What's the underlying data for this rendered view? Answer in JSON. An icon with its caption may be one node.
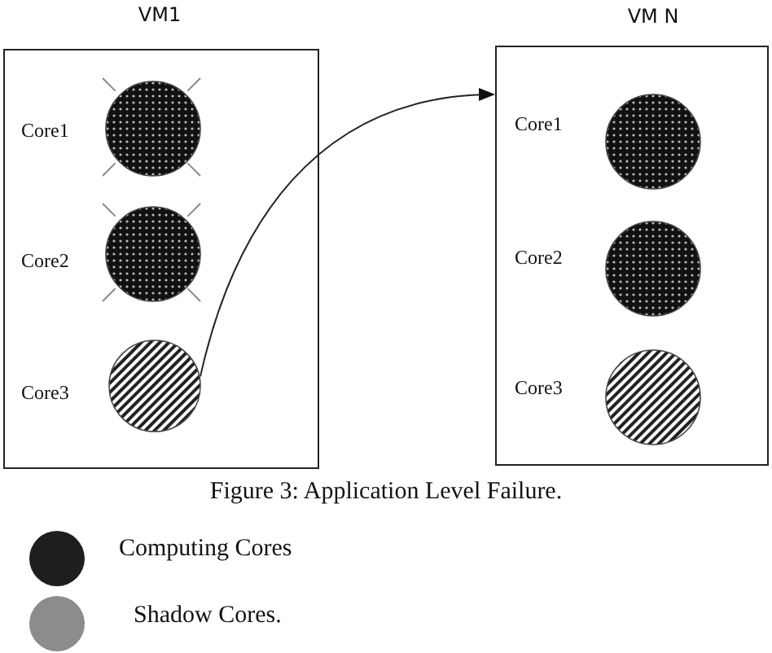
{
  "diagram": {
    "caption": "Figure 3: Application Level Failure.",
    "nodes": [
      {
        "text": [
          "VM1"
        ]
      },
      {
        "text": [],
        "shape": "circle",
        "in": 0,
        "beside": [
          "Core1"
        ]
      },
      {
        "text": [],
        "shape": "circle",
        "in": 0,
        "beside": [
          "Core2"
        ]
      },
      {
        "text": [],
        "shape": "circle",
        "in": 0,
        "beside": [
          "Core3"
        ]
      },
      {
        "text": [
          "VM N"
        ]
      },
      {
        "text": [],
        "shape": "circle",
        "in": 4,
        "beside": [
          "Core1"
        ]
      },
      {
        "text": [],
        "shape": "circle",
        "in": 4,
        "beside": [
          "Core2"
        ]
      },
      {
        "text": [],
        "shape": "circle",
        "in": 4,
        "beside": [
          "Core3"
        ]
      }
    ],
    "edges": [
      {
        "from": 3,
        "to": 4,
        "arrow": "to"
      }
    ],
    "legend": [
      {
        "text": "Computing Cores",
        "color": "#1e1e1e"
      },
      {
        "text": "Shadow Cores.",
        "color": "#8c8c8c"
      }
    ]
  }
}
